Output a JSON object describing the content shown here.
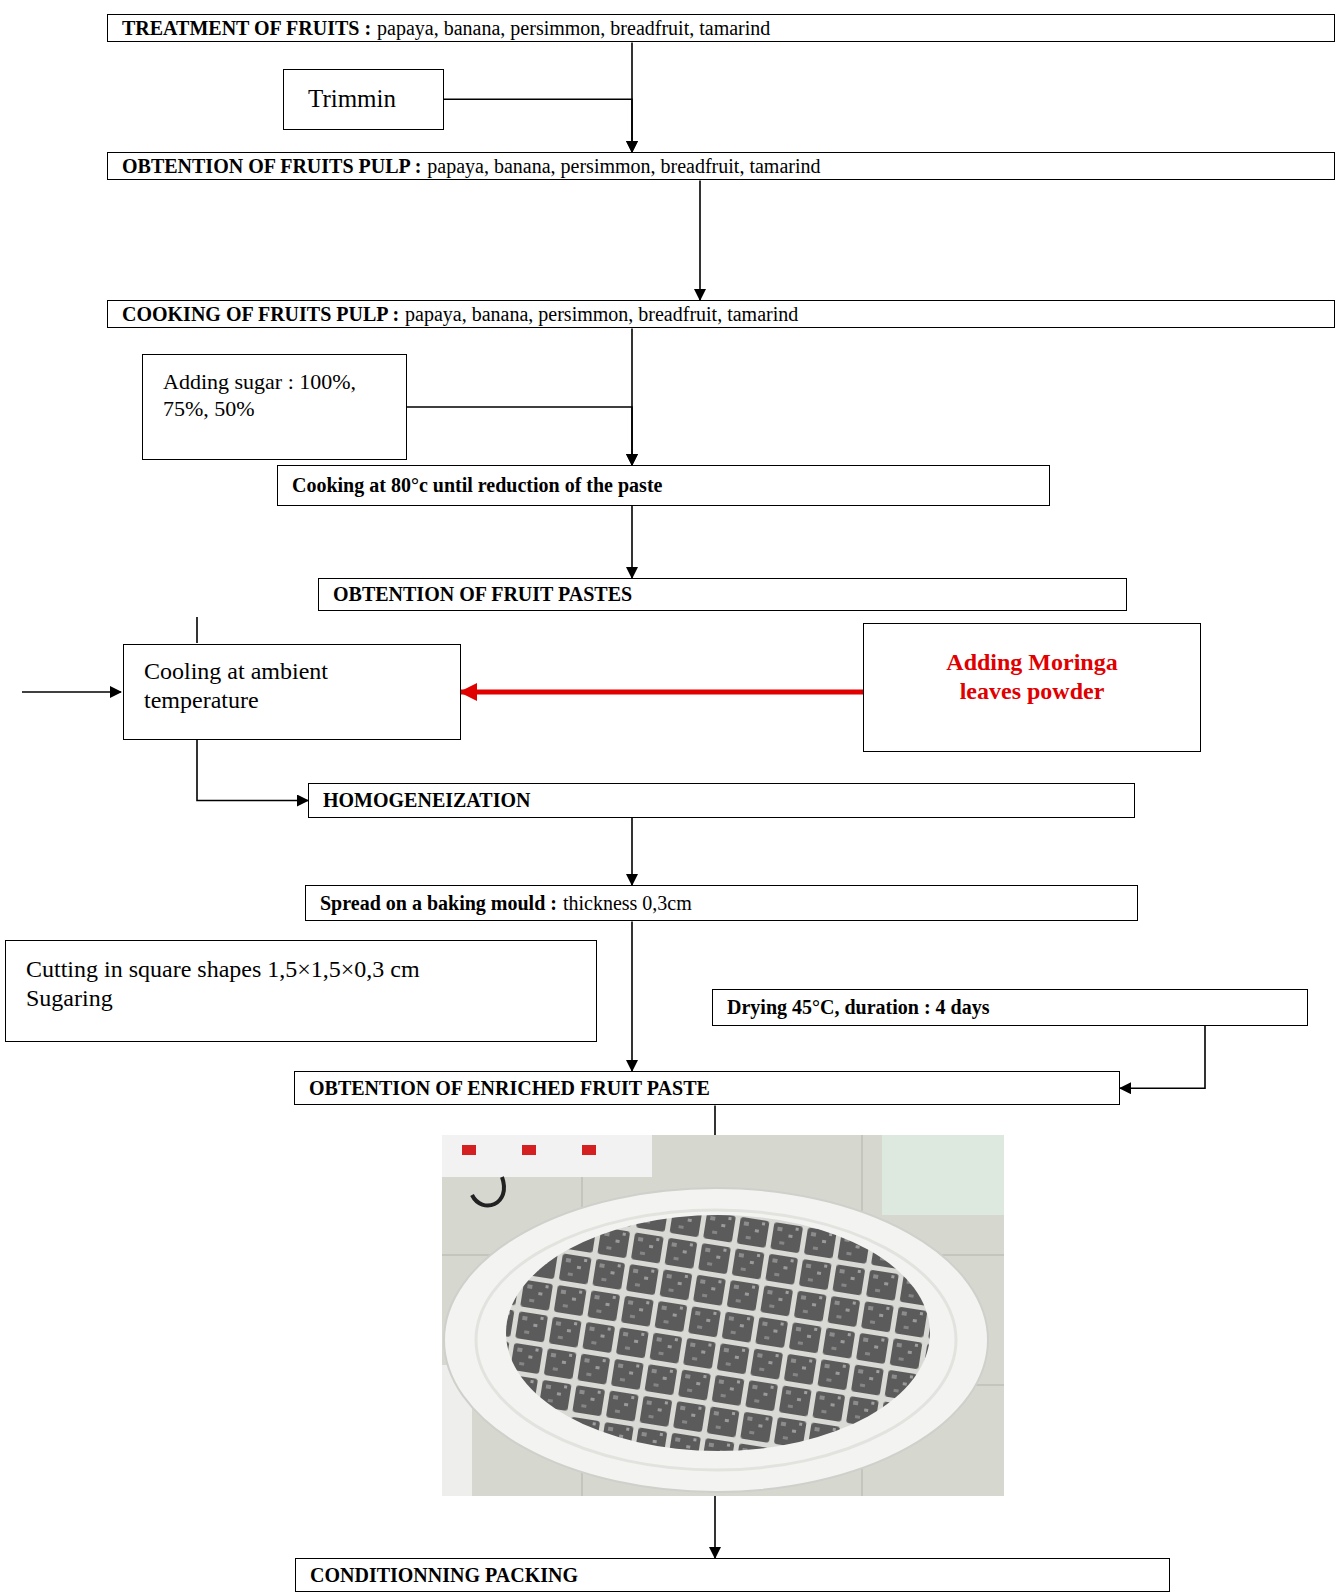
{
  "diagram": {
    "nodes": [
      {
        "text": [
          "TREATMENT OF FRUITS :",
          "papaya, banana, persimmon, breadfruit, tamarind"
        ]
      },
      {
        "text": [
          "Trimmin"
        ]
      },
      {
        "text": [
          "OBTENTION OF FRUITS  PULP :",
          "papaya, banana, persimmon, breadfruit, tamarind"
        ]
      },
      {
        "text": [
          "COOKING OF FRUITS  PULP :",
          "papaya, banana, persimmon, breadfruit, tamarind"
        ]
      },
      {
        "text": [
          "Adding sugar : 100%, 75%, 50%"
        ]
      },
      {
        "text": [
          "Cooking at 80°c until reduction of the paste"
        ]
      },
      {
        "text": [
          "OBTENTION OF FRUIT PASTES"
        ]
      },
      {
        "text": [
          "Cooling at ambient temperature"
        ]
      },
      {
        "text": [
          "Adding Moringa leaves powder"
        ]
      },
      {
        "text": [
          "HOMOGENEIZATION"
        ]
      },
      {
        "text": [
          "Spread on a baking mould :",
          "thickness 0,3cm"
        ]
      },
      {
        "text": [
          "Cutting in square shapes 1,5×1,5×0,3 cm",
          "Sugaring"
        ]
      },
      {
        "text": [
          "Drying 45°C, duration : 4 days"
        ]
      },
      {
        "text": [
          "OBTENTION OF ENRICHED FRUIT PASTE"
        ]
      },
      {
        "text": [
          "CONDITIONNING PACKING"
        ]
      }
    ],
    "edges": [
      {
        "from": 0,
        "to": 2,
        "arrow": "to"
      },
      {
        "from": 1,
        "to": 2,
        "arrow": "to"
      },
      {
        "from": 2,
        "to": 3,
        "arrow": "to"
      },
      {
        "from": 3,
        "to": 5,
        "arrow": "to"
      },
      {
        "from": 4,
        "to": 5,
        "arrow": "to"
      },
      {
        "from": 5,
        "to": 6,
        "arrow": "to"
      },
      {
        "from": 8,
        "to": 7,
        "arrow": "to"
      },
      {
        "from": 7,
        "to": 9,
        "arrow": "to"
      },
      {
        "from": 9,
        "to": 10,
        "arrow": "to"
      },
      {
        "from": 10,
        "to": 13,
        "arrow": "to"
      },
      {
        "from": 12,
        "to": 13,
        "arrow": "to"
      },
      {
        "from": 13,
        "to": 14,
        "arrow": "to"
      }
    ]
  }
}
